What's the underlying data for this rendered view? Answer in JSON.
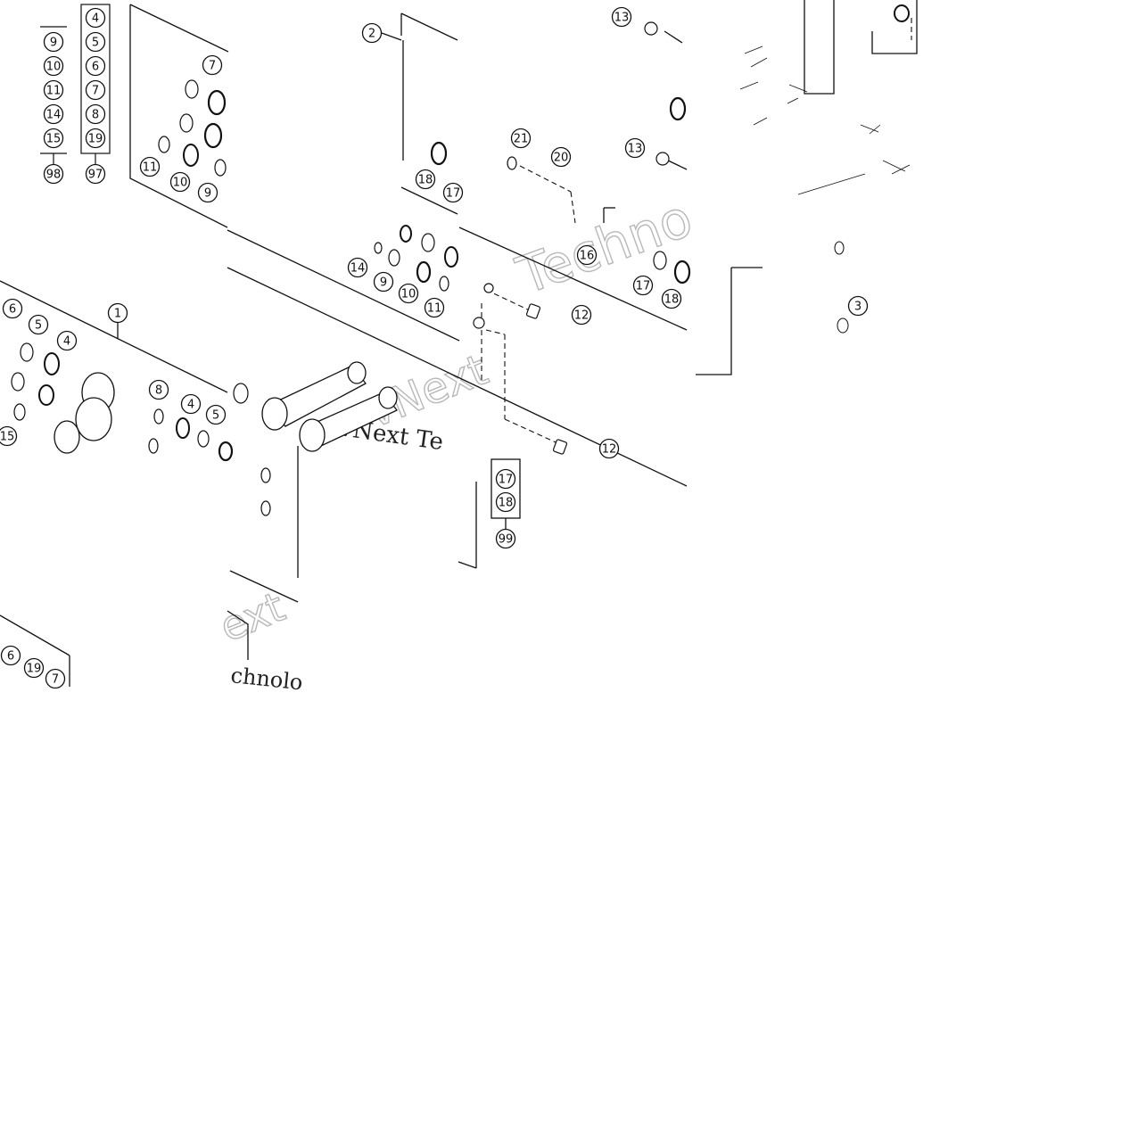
{
  "colors": {
    "ink": "#111111",
    "background": "#ffffff",
    "watermark": "#b8b8b8"
  },
  "callouts": {
    "top_left_column_a": [
      "9",
      "10",
      "11",
      "14",
      "15"
    ],
    "top_left_column_a_kit": "98",
    "top_left_column_b": [
      "4",
      "5",
      "6",
      "7",
      "8",
      "19"
    ],
    "top_left_column_b_kit": "97",
    "upper_left_body": [
      "7",
      "11",
      "10",
      "9"
    ],
    "upper_center_body": [
      "2",
      "18",
      "17",
      "14",
      "9",
      "10",
      "11"
    ],
    "upper_right": [
      "13",
      "13",
      "21",
      "20",
      "16",
      "17",
      "18",
      "12",
      "3"
    ],
    "left_assembly": [
      "6",
      "5",
      "4",
      "1",
      "15",
      "8",
      "4",
      "5"
    ],
    "bottom_right_kit": [
      "17",
      "18"
    ],
    "bottom_right_kit_label": "99",
    "right_bolt": "12",
    "lower_left": [
      "6",
      "19",
      "7"
    ]
  },
  "watermarks": {
    "logo_word": "Techno",
    "logo_word_2": "vNext",
    "serif_text": "vNext Te",
    "serif_fragment": "chnolo",
    "fragment_2": "ext"
  }
}
